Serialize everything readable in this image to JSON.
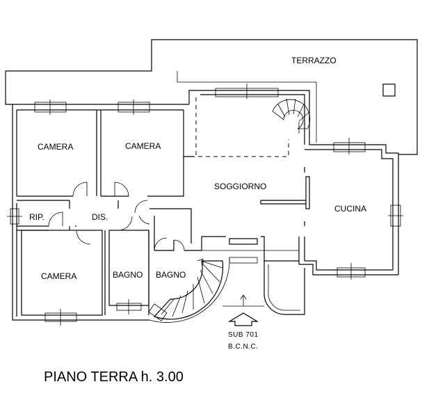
{
  "rooms": {
    "terrazzo": "TERRAZZO",
    "camera_1": "CAMERA",
    "camera_2": "CAMERA",
    "camera_3": "CAMERA",
    "soggiorno": "SOGGIORNO",
    "cucina": "CUCINA",
    "rip": "RIP.",
    "dis": "DIS.",
    "bagno_1": "BAGNO",
    "bagno_2": "BAGNO"
  },
  "entrance": {
    "sub": "SUB 701",
    "bcnc": "B.C.N.C."
  },
  "title": "PIANO TERRA h. 3.00"
}
